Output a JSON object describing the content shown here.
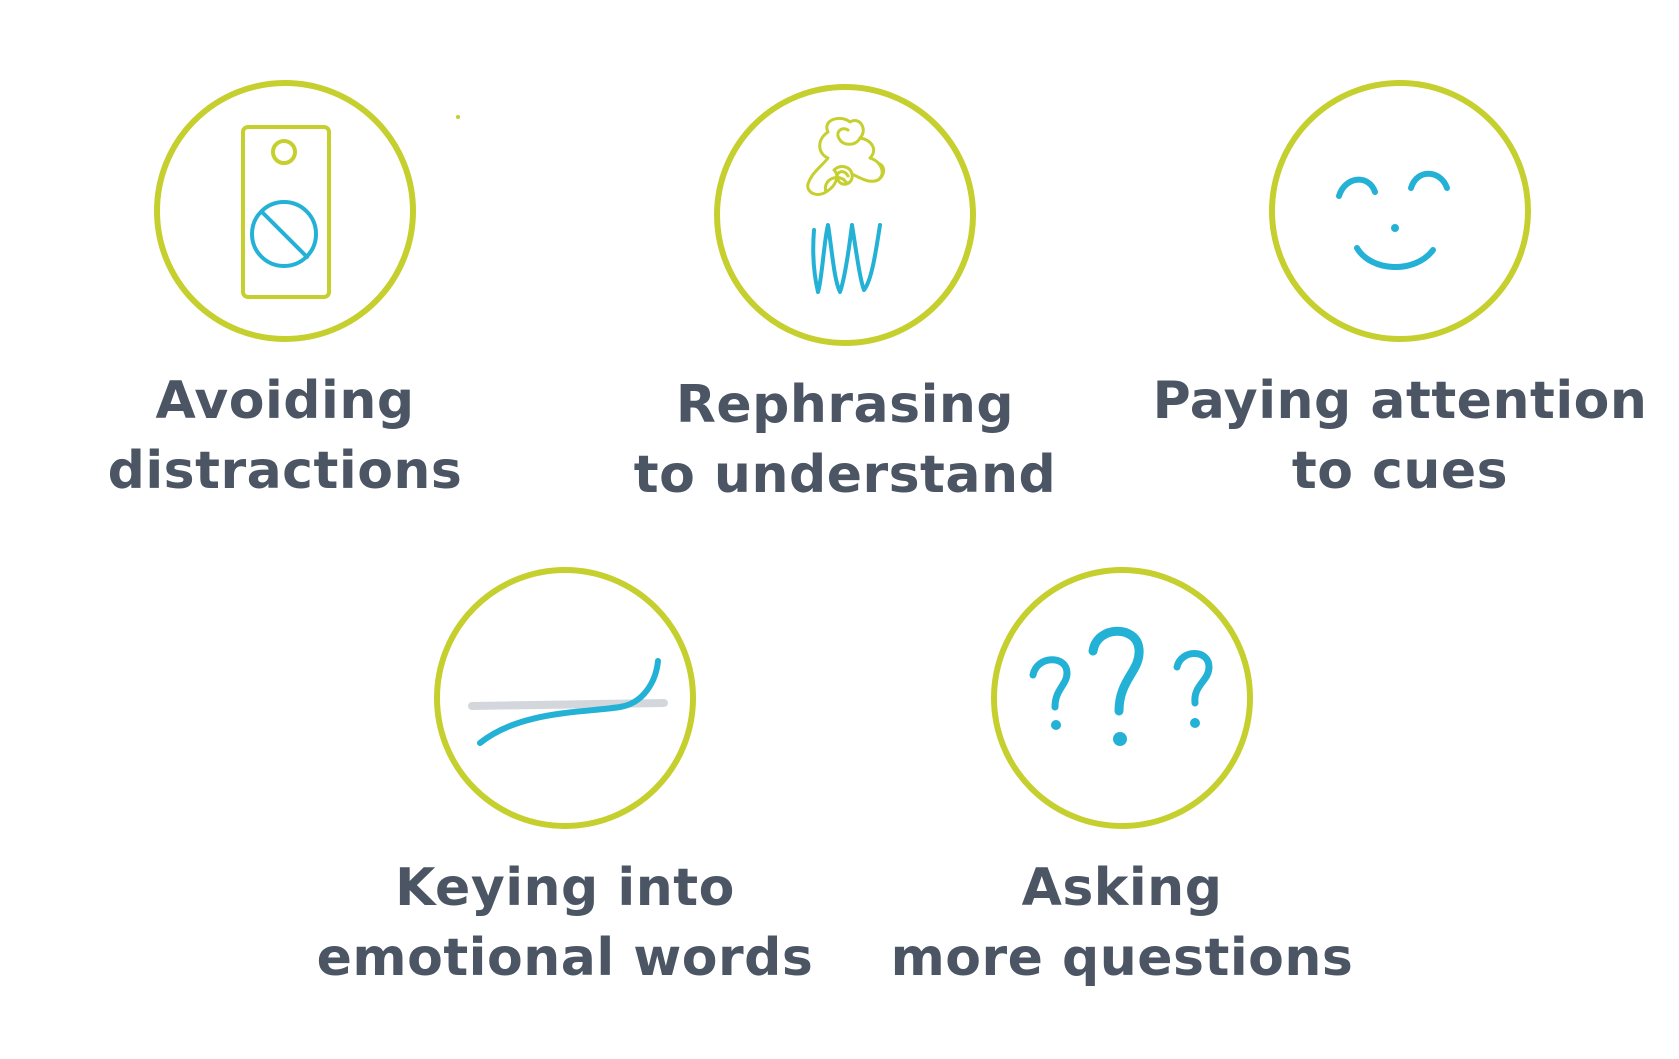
{
  "colors": {
    "ring": "#c5cf2e",
    "accent": "#23b1d6",
    "muted": "#d3d7db",
    "text": "#4b5563"
  },
  "items": [
    {
      "icon": "phone-no-distraction-icon",
      "line1": "Avoiding",
      "line2": "distractions"
    },
    {
      "icon": "head-rephrase-icon",
      "line1": "Rephrasing",
      "line2": "to understand"
    },
    {
      "icon": "smiley-face-icon",
      "line1": "Paying attention",
      "line2": "to cues"
    },
    {
      "icon": "wave-line-icon",
      "line1": "Keying into",
      "line2": "emotional words"
    },
    {
      "icon": "question-marks-icon",
      "line1": "Asking",
      "line2": "more questions"
    }
  ]
}
